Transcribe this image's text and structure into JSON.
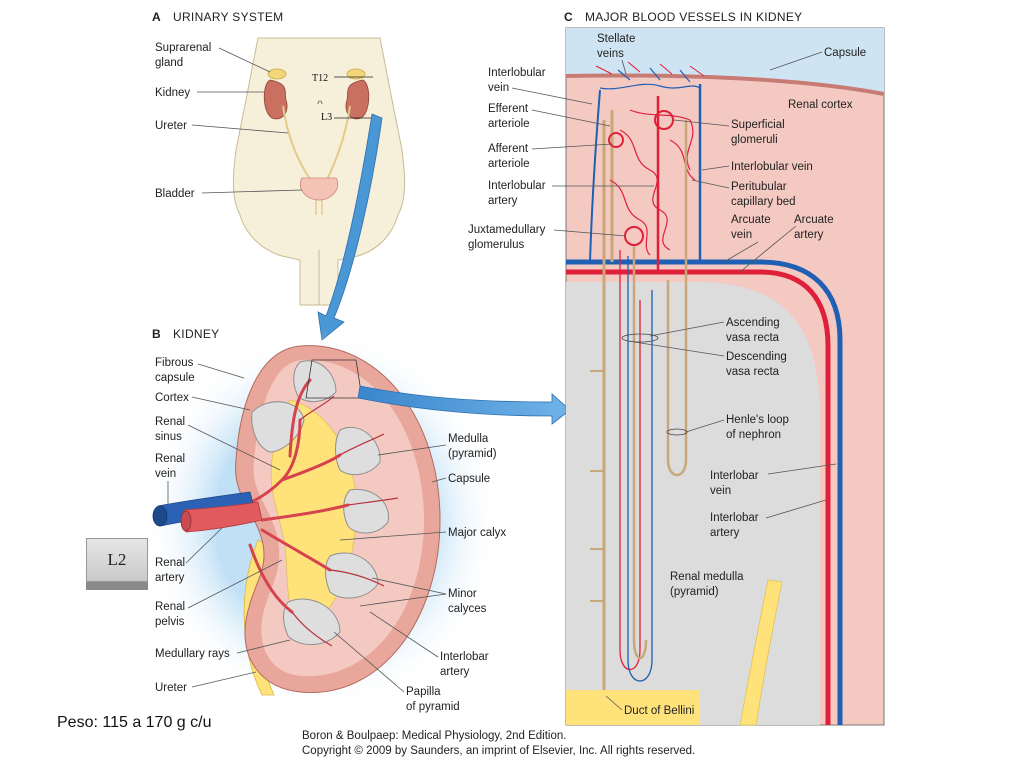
{
  "panel_a": {
    "letter": "A",
    "title": "URINARY SYSTEM",
    "labels": {
      "suprarenal_1": "Suprarenal",
      "suprarenal_2": "gland",
      "kidney": "Kidney",
      "ureter": "Ureter",
      "bladder": "Bladder",
      "t12": "T12",
      "l3": "L3"
    }
  },
  "panel_b": {
    "letter": "B",
    "title": "KIDNEY",
    "labels": {
      "fibrous_capsule_1": "Fibrous",
      "fibrous_capsule_2": "capsule",
      "cortex": "Cortex",
      "renal_sinus_1": "Renal",
      "renal_sinus_2": "sinus",
      "renal_vein_1": "Renal",
      "renal_vein_2": "vein",
      "renal_artery_1": "Renal",
      "renal_artery_2": "artery",
      "renal_pelvis_1": "Renal",
      "renal_pelvis_2": "pelvis",
      "medullary_rays": "Medullary rays",
      "ureter": "Ureter",
      "medulla_1": "Medulla",
      "medulla_2": "(pyramid)",
      "capsule": "Capsule",
      "major_calyx": "Major calyx",
      "minor_calyces_1": "Minor",
      "minor_calyces_2": "calyces",
      "interlobar_artery_1": "Interlobar",
      "interlobar_artery_2": "artery",
      "papilla_1": "Papilla",
      "papilla_2": "of pyramid"
    }
  },
  "panel_c": {
    "letter": "C",
    "title": "MAJOR BLOOD VESSELS IN KIDNEY",
    "labels": {
      "stellate_veins_1": "Stellate",
      "stellate_veins_2": "veins",
      "capsule": "Capsule",
      "renal_cortex": "Renal cortex",
      "interlobular_vein_l_1": "Interlobular",
      "interlobular_vein_l_2": "vein",
      "efferent_arteriole_1": "Efferent",
      "efferent_arteriole_2": "arteriole",
      "afferent_arteriole_1": "Afferent",
      "afferent_arteriole_2": "arteriole",
      "interlobular_artery_1": "Interlobular",
      "interlobular_artery_2": "artery",
      "juxtamedullary_1": "Juxtamedullary",
      "juxtamedullary_2": "glomerulus",
      "superficial_glomeruli_1": "Superficial",
      "superficial_glomeruli_2": "glomeruli",
      "interlobular_vein_r": "Interlobular vein",
      "peritubular_1": "Peritubular",
      "peritubular_2": "capillary bed",
      "arcuate_vein_1": "Arcuate",
      "arcuate_vein_2": "vein",
      "arcuate_artery_1": "Arcuate",
      "arcuate_artery_2": "artery",
      "ascending_vasa_1": "Ascending",
      "ascending_vasa_2": "vasa recta",
      "descending_vasa_1": "Descending",
      "descending_vasa_2": "vasa recta",
      "henle_1": "Henle's loop",
      "henle_2": "of nephron",
      "interlobar_vein_1": "Interlobar",
      "interlobar_vein_2": "vein",
      "interlobar_artery_1": "Interlobar",
      "interlobar_artery_2": "artery",
      "renal_medulla_1": "Renal medulla",
      "renal_medulla_2": "(pyramid)",
      "duct_bellini": "Duct of Bellini"
    }
  },
  "badge": "L2",
  "weight_note": "Peso: 115 a 170 g c/u",
  "credit": {
    "line1": "Boron & Boulpaep: Medical Physiology, 2nd Edition.",
    "line2": "Copyright © 2009 by Saunders, an imprint of Elsevier, Inc. All rights reserved."
  },
  "colors": {
    "artery": "#e0203a",
    "vein": "#1f5fb4",
    "cortex": "#f4c9c2",
    "capsule_sky": "#cfe4f3",
    "medulla": "#dcdcdc",
    "pelvis": "#ffe37a",
    "skin": "#f6efd9",
    "arrow": "#4a97d6"
  }
}
